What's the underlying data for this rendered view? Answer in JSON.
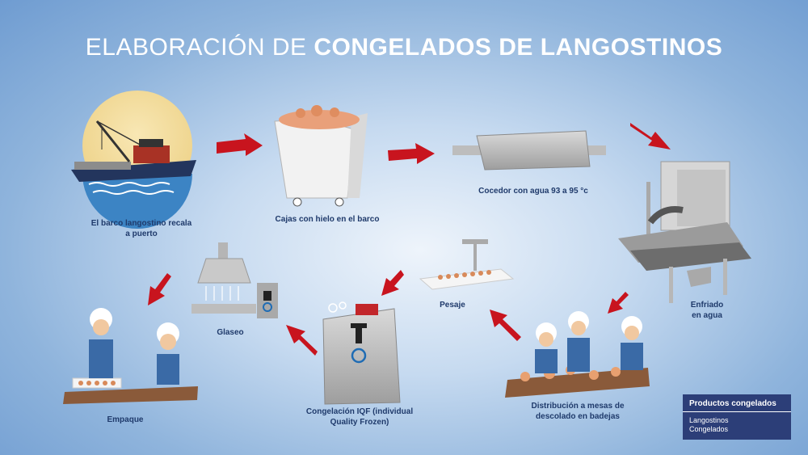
{
  "title": {
    "prefix": "ELABORACIÓN DE ",
    "bold": "CONGELADOS DE LANGOSTINOS"
  },
  "steps": [
    {
      "label": "El barco langostino recala\na puerto"
    },
    {
      "label": "Cajas con hielo en el barco"
    },
    {
      "label": "Cocedor con agua 93 a 95 °c"
    },
    {
      "label": "Enfriado\nen agua"
    },
    {
      "label": "Distribución a mesas de\ndescolado en  badejas"
    },
    {
      "label": "Pesaje"
    },
    {
      "label": "Congelación IQF (individual\nQuality Frozen)"
    },
    {
      "label": "Glaseo"
    },
    {
      "label": "Empaque"
    }
  ],
  "legend": {
    "header": "Productos congelados",
    "body": "Langostinos\nCongelados"
  },
  "colors": {
    "arrow": "#c8141e",
    "label": "#1f3a6b",
    "legend_bg": "#2c3e78"
  },
  "icons": [
    "ship-icon",
    "ice-box-icon",
    "cooker-icon",
    "cooling-machine-icon",
    "workers-table-icon",
    "scale-icon",
    "iqf-freezer-icon",
    "glazing-hood-icon",
    "packing-workers-icon"
  ]
}
